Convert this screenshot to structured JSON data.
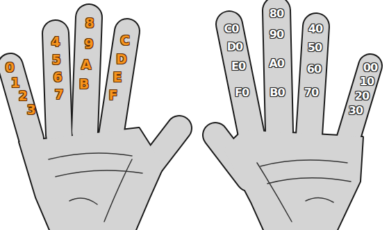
{
  "diagram": {
    "labels": [
      "0",
      "1",
      "2",
      "3",
      "4",
      "5",
      "6",
      "7",
      "8",
      "9",
      "A",
      "B",
      "C",
      "D",
      "E",
      "F",
      "C0",
      "D0",
      "E0",
      "F0",
      "80",
      "90",
      "A0",
      "B0",
      "40",
      "50",
      "60",
      "70",
      "00",
      "10",
      "20",
      "30"
    ]
  }
}
